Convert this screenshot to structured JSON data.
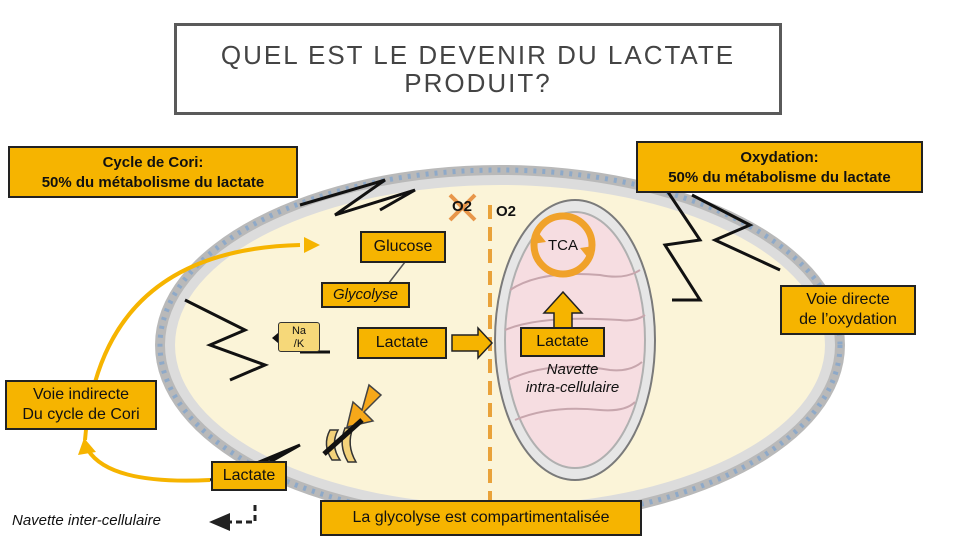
{
  "title": {
    "line1": "QUEL EST LE DEVENIR DU LACTATE",
    "line2": "PRODUIT?"
  },
  "cori": {
    "line1": "Cycle de Cori:",
    "line2": "50%  du métabolisme du lactate"
  },
  "oxydation": {
    "line1": "Oxydation:",
    "line2": "50%  du métabolisme du lactate"
  },
  "o2_blocked": "O2",
  "o2_open": "O2",
  "glucose": "Glucose",
  "tca": "TCA",
  "glycolyse": "Glycolyse",
  "na_k": {
    "line1": "Na",
    "line2": "/K"
  },
  "lactate_cytosol": "Lactate",
  "lactate_mito": "Lactate",
  "navette_intra": {
    "line1": "Navette",
    "line2": "intra-cellulaire"
  },
  "voie_directe": {
    "line1": "Voie directe",
    "line2": "de l’oxydation"
  },
  "voie_indirecte": {
    "line1": "Voie indirecte",
    "line2": "Du cycle de Cori"
  },
  "lactate_out": "Lactate",
  "navette_inter": "Navette inter-cellulaire",
  "compartiment": "La glycolyse est compartimentalisée",
  "colors": {
    "yellow": "#f6b400",
    "orange_arrow": "#f6a81a",
    "cell_fill": "#fbf4d8",
    "membrane": "#b9b9b9",
    "mito_fill": "#f6dde1",
    "mito_outer": "#e8e8e8"
  }
}
